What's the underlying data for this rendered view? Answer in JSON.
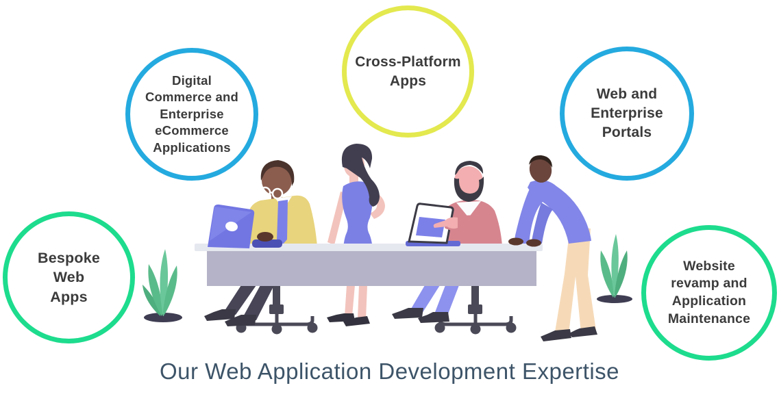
{
  "title": {
    "text": "Our Web Application Development Expertise",
    "color": "#3d5468"
  },
  "bubble_text_color": "#3b3b3b",
  "bubbles": [
    {
      "label": "Digital\nCommerce and\nEnterprise\neCommerce\nApplications",
      "color": "#24aadf"
    },
    {
      "label": "Cross-Platform\nApps",
      "color": "#e3e94e"
    },
    {
      "label": "Web and\nEnterprise\nPortals",
      "color": "#24aadf"
    },
    {
      "label": "Bespoke\nWeb\nApps",
      "color": "#1ddc8d"
    },
    {
      "label": "Website\nrevamp and\nApplication\nMaintenance",
      "color": "#1ddc8d"
    }
  ]
}
